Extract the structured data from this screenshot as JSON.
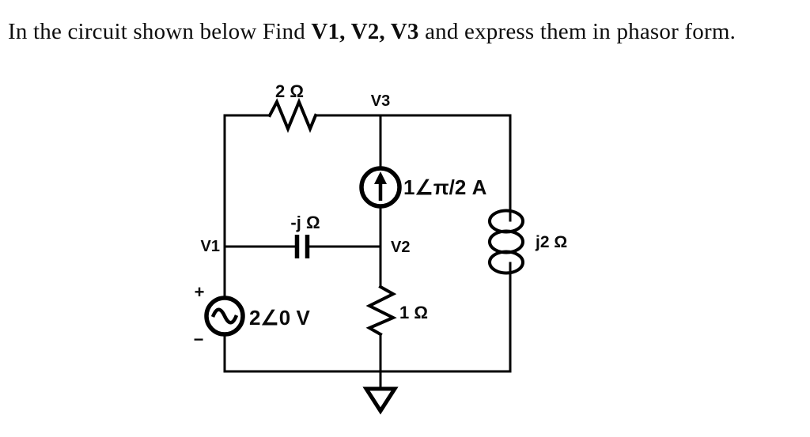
{
  "title": {
    "prefix": "In the circuit shown below Find ",
    "bold": "V1, V2, V3",
    "suffix": " and express them in phasor form."
  },
  "circuit": {
    "components": {
      "top_resistor_label": "2 Ω",
      "capacitor_label": "-j Ω",
      "mid_resistor_label": "1 Ω",
      "inductor_label": "j2 Ω",
      "current_source_label": "1∠π/2 A",
      "voltage_source_label": "2∠0 V",
      "voltage_source_plus": "+",
      "voltage_source_minus": "−"
    },
    "nodes": {
      "v1": "V1",
      "v2": "V2",
      "v3": "V3"
    },
    "colors": {
      "stroke": "#000000",
      "background": "#ffffff"
    }
  }
}
